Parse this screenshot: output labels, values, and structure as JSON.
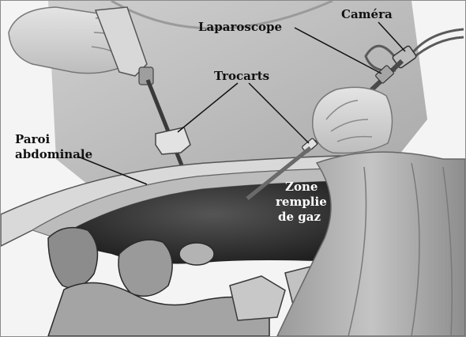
{
  "labels": {
    "camera": "Caméra",
    "laparoscope": "Laparoscope",
    "trocarts": "Trocarts",
    "paroi_line1": "Paroi",
    "paroi_line2": "abdominale",
    "zone_line1": "Zone",
    "zone_line2": "remplie",
    "zone_line3": "de gaz"
  },
  "colors": {
    "background": "#f4f4f4",
    "label_dark": "#111111",
    "label_light": "#ffffff",
    "cavity": "#262626"
  }
}
